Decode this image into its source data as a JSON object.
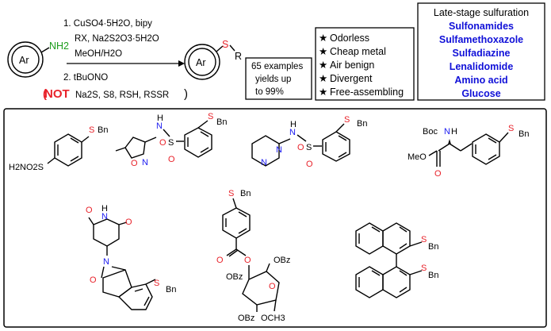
{
  "reaction": {
    "reactant_ring_label": "Ar",
    "reactant_group": "NH2",
    "step1": "1. CuSO4·5H2O, bipy",
    "step1_line2": "RX, Na2S2O3·5H2O",
    "step1_line3": "MeOH/H2O",
    "step2": "2. tBuONO",
    "not_label": "NOT",
    "not_list": "Na2S, S8, RSH, RSSR",
    "product_ring_label": "Ar",
    "product_s": "S",
    "product_r": "R"
  },
  "scope_box": {
    "lines": [
      "65 examples",
      "yields up",
      "to 99%"
    ]
  },
  "features": [
    "Odorless",
    "Cheap metal",
    "Air benign",
    "Divergent",
    "Free-assembling"
  ],
  "late_stage": {
    "title": "Late-stage sulfuration",
    "items": [
      "Sulfonamides",
      "Sulfamethoxazole",
      "Sulfadiazine",
      "Lenalidomide",
      "Amino acid",
      "Glucose"
    ]
  },
  "colors": {
    "sulfur": "#e8222a",
    "nitrogen": "#1c1cf0",
    "late_stage_items": "#1010d8"
  },
  "icons": {
    "feature_bullet": "star-icon"
  },
  "molecules": {
    "sulfonamide": {
      "s_label": "S",
      "bn": "Bn",
      "h2no2s": "H2NO2S"
    },
    "sulfamethoxazole": {
      "s_label": "S",
      "bn": "Bn",
      "h": "H",
      "n": "N",
      "o": "O",
      "so2_s": "S"
    },
    "sulfadiazine": {
      "s_label": "S",
      "bn": "Bn",
      "h": "H",
      "n": "N",
      "so2_s": "S"
    },
    "amino_acid": {
      "s_label": "S",
      "bn": "Bn",
      "boc": "Boc",
      "h": "H",
      "n": "N",
      "meo": "MeO",
      "o": "O"
    },
    "lenalidomide": {
      "s_label": "S",
      "bn": "Bn",
      "h": "H",
      "n": "N",
      "o": "O"
    },
    "glucose": {
      "s_label": "S",
      "bn": "Bn",
      "obz": "OBz",
      "obz2": "OBz",
      "obz3": "OBz",
      "och3": "OCH3",
      "o": "O"
    },
    "binaphthyl": {
      "s_label": "S",
      "bn": "Bn",
      "s_label2": "S",
      "bn2": "Bn"
    }
  }
}
